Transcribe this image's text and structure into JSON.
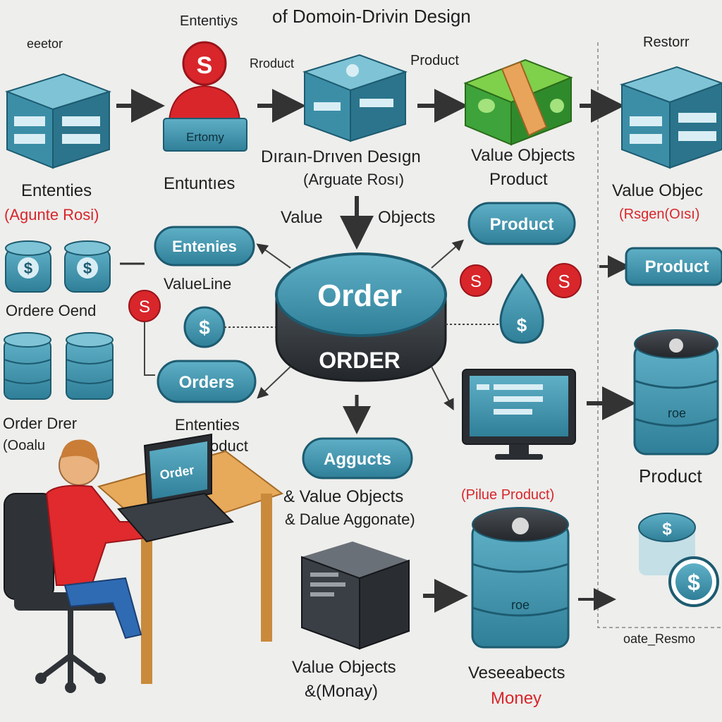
{
  "header": {
    "title_left": "Ententiys",
    "title_right": "of Domoin-Drivin Design",
    "corner_left": "eeetor",
    "corner_right": "Restorr"
  },
  "top_row": {
    "entity_card": "Ertomy",
    "product_label_1": "Rroduct",
    "product_label_2": "Product",
    "left_title": "Ententies",
    "left_sub": "(Agunte Rosi)",
    "entity_title": "Entuntıes",
    "ddd_title": "Dıraın-Drıven Desıgn",
    "ddd_sub": "(Arguate Rosı)",
    "vo_title": "Value Objects",
    "vo_sub": "Product",
    "right_title": "Value Objec",
    "right_sub": "(Rsgen(Oısı)"
  },
  "center": {
    "value_label": "Value",
    "objects_label": "Objects",
    "order_top": "Order",
    "order_bottom": "ORDER",
    "pill_product": "Product",
    "pill_entenies": "Entenies",
    "pill_orders": "Orders",
    "pill_agguets": "Aggucts",
    "valueline": "ValueLine",
    "ordere_oend": "Ordere Oend",
    "order_drer": "Order Drer",
    "order_drer_sub": "(Ooalu",
    "ententies_2": "Ententies",
    "product_2": "Product",
    "vo_and": "& Value Objects",
    "vo_and_sub": "& Dalue Aggonate)"
  },
  "right_column": {
    "pill_product": "Product",
    "product_label": "Product",
    "db_label": "roe",
    "bottom_label": "oate_Resmo"
  },
  "bottom": {
    "pilue_product": "(Pilue Product)",
    "laptop_screen": "Order",
    "vo_money": "Value Objects",
    "vo_money_sub": "&(Monay)",
    "vesee": "Veseeabects",
    "money": "Money",
    "db_label": "roe"
  },
  "icons": {
    "dollar": "$",
    "red_coin": "S"
  },
  "colors": {
    "teal": "#3d8fa8",
    "teal_dark": "#1e5f75",
    "teal_light": "#6ab7cc",
    "red": "#d8262b",
    "green": "#3da33a",
    "arrow": "#2e2e2e",
    "text": "#1f1f1f",
    "table": "#e7a95a"
  }
}
